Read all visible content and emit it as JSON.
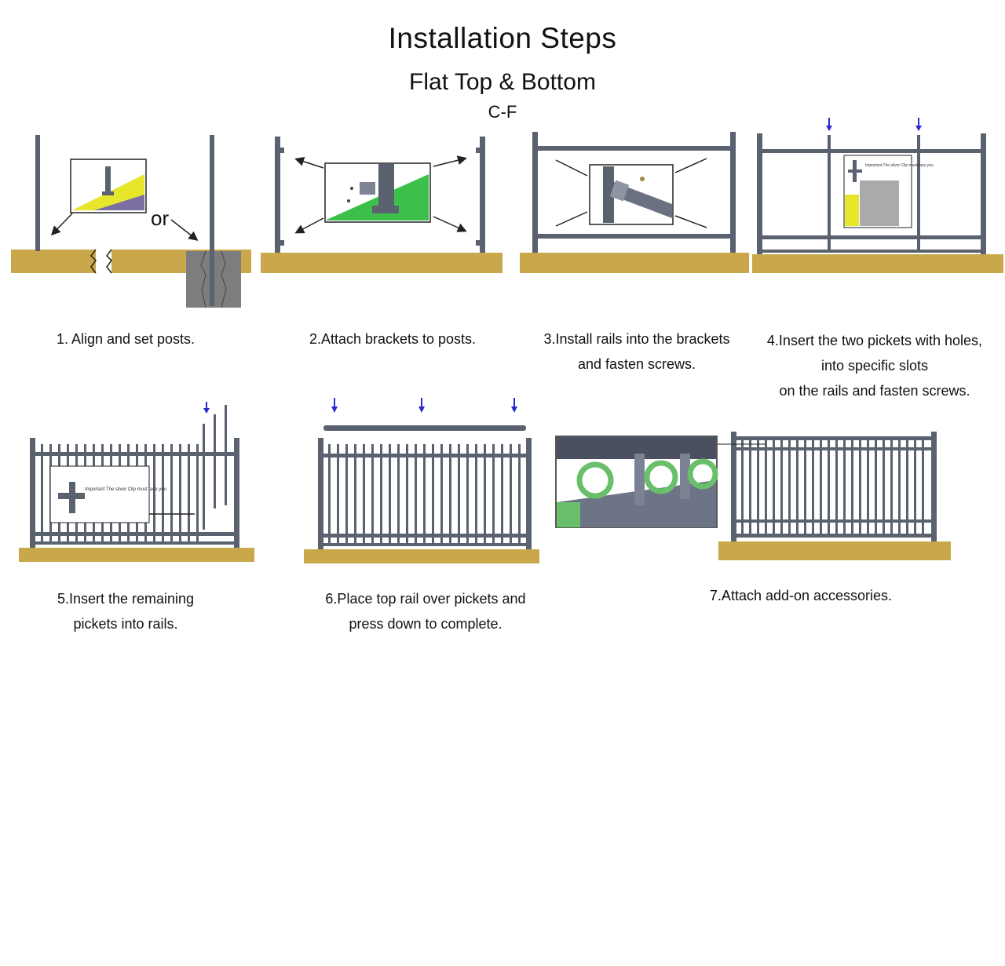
{
  "header": {
    "title": "Installation  Steps",
    "subtitle": "Flat Top & Bottom",
    "code": "C-F"
  },
  "steps": [
    {
      "lines": [
        "1. Align and set posts."
      ]
    },
    {
      "lines": [
        "2.Attach brackets to posts."
      ]
    },
    {
      "lines": [
        "3.Install rails into the brackets",
        "and fasten screws."
      ]
    },
    {
      "lines": [
        "4.Insert the two pickets with holes,",
        "into specific slots",
        "on the rails and fasten screws."
      ]
    },
    {
      "lines": [
        "5.Insert the remaining",
        "pickets into  rails."
      ]
    },
    {
      "lines": [
        "6.Place top rail over pickets and",
        "press down to complete."
      ]
    },
    {
      "lines": [
        "7.Attach add-on accessories."
      ]
    }
  ],
  "diagram_labels": {
    "or": "or",
    "note_step4": "Important The silver Clip must face you",
    "note_step5": "Important The silver Clip must face you"
  },
  "colors": {
    "ground": "#c8a84a",
    "post": "#5a6270",
    "concrete": "#7d7d7d",
    "highlight_yellow": "#e6e62a",
    "highlight_green": "#3cc04a",
    "accessory_green": "#6abf6a",
    "arrow_blue": "#2a2ad0"
  },
  "icons": [
    "down-arrow-icon",
    "pointer-line-icon"
  ]
}
